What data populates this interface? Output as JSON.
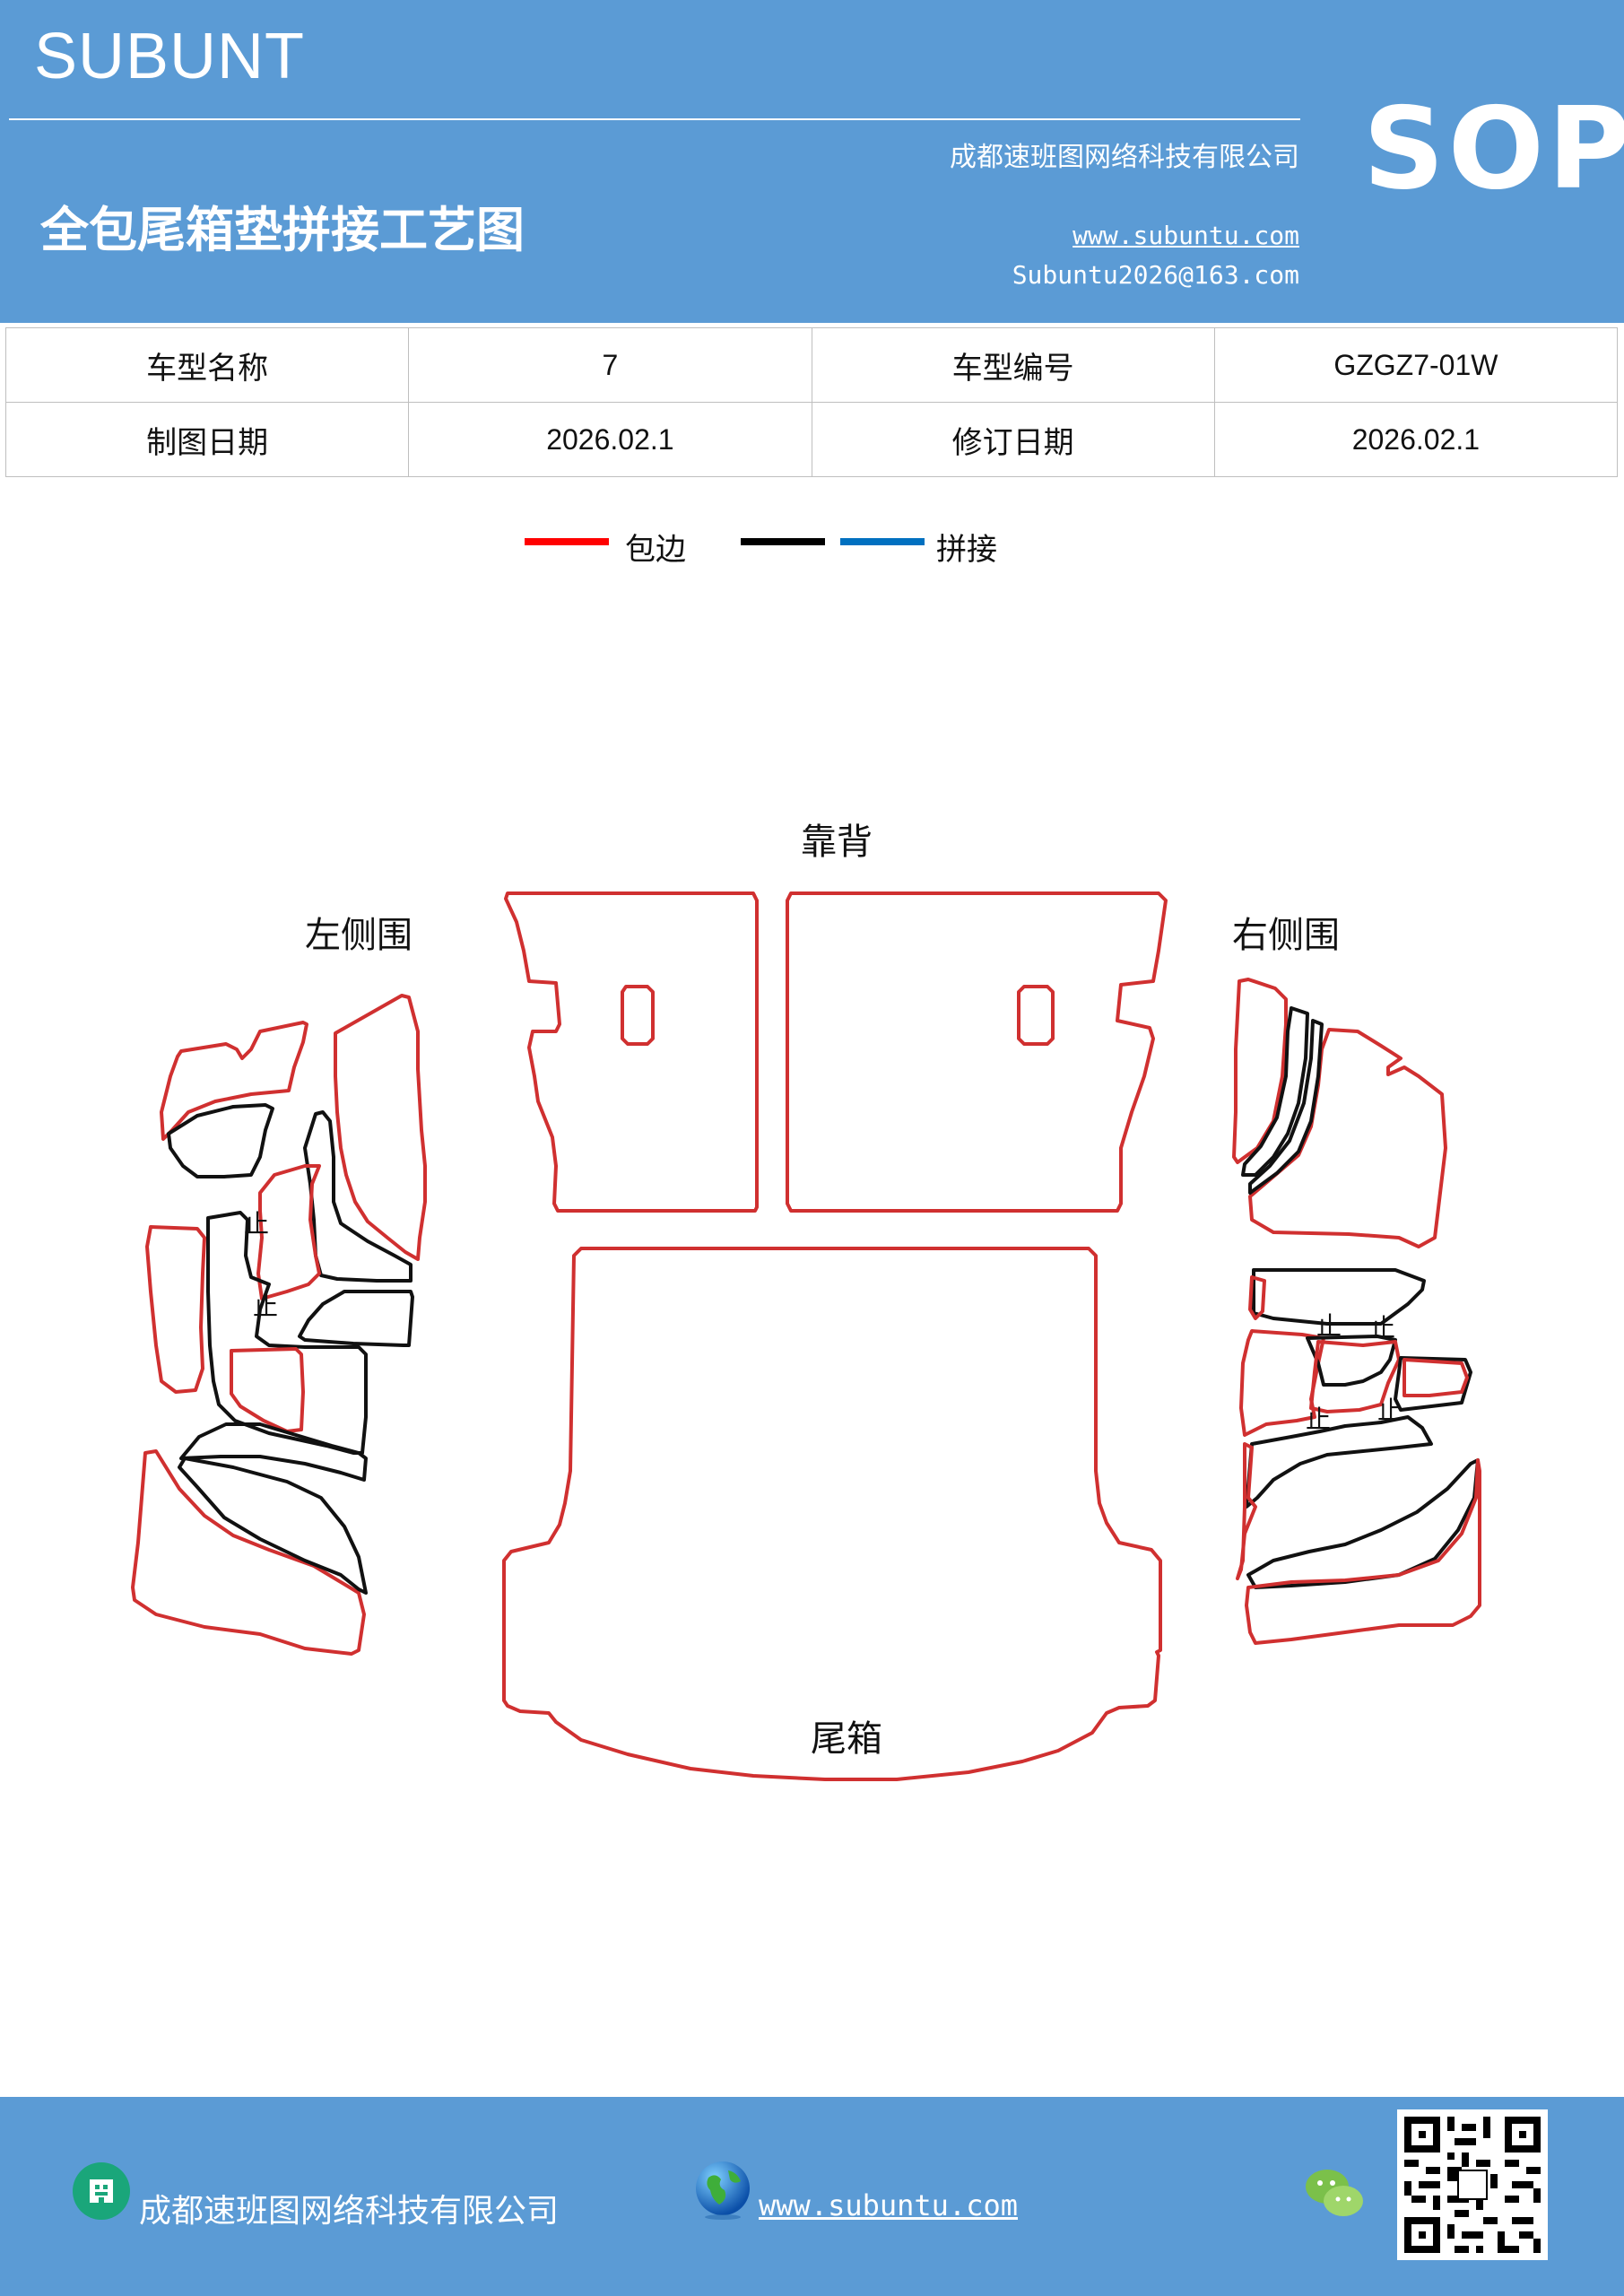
{
  "header": {
    "brand": "SUBUNT",
    "company": "成都速班图网络科技有限公司",
    "title": "全包尾箱垫拼接工艺图",
    "website": "www.subuntu.com",
    "email": "Subuntu2026@163.com",
    "badge": "SOP"
  },
  "info_table": {
    "row1": {
      "label1": "车型名称",
      "value1": "7",
      "label2": "车型编号",
      "value2": "GZGZ7-01W"
    },
    "row2": {
      "label1": "制图日期",
      "value1": "2026.02.1",
      "label2": "修订日期",
      "value2": "2026.02.1"
    }
  },
  "legend": {
    "items": [
      {
        "label": "包边",
        "color": "#ff0000"
      },
      {
        "label": "",
        "color": "#000000"
      },
      {
        "label": "拼接",
        "color": "#0070c0"
      }
    ]
  },
  "diagram": {
    "labels": {
      "backrest": "靠背",
      "left_side": "左侧围",
      "right_side": "右侧围",
      "trunk": "尾箱",
      "stop_mark": "止"
    },
    "colors": {
      "edge": "#d03030",
      "seam": "#111111"
    }
  },
  "footer": {
    "company": "成都速班图网络科技有限公司",
    "website": "www.subuntu.com"
  }
}
